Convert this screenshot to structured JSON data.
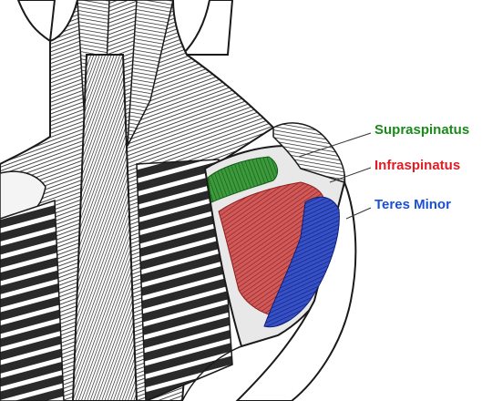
{
  "figure": {
    "labels": [
      {
        "id": "supraspinatus",
        "text": "Supraspinatus",
        "color": "#1a8a1a"
      },
      {
        "id": "infraspinatus",
        "text": "Infraspinatus",
        "color": "#e01b24"
      },
      {
        "id": "teres_minor",
        "text": "Teres Minor",
        "color": "#1c4fd8"
      }
    ],
    "illustration": {
      "subject": "posterior view of neck, back and right shoulder muscles (line engraving)",
      "line_color": "#1a1a1a",
      "paper_color": "#ffffff",
      "highlight_colors": {
        "supraspinatus": "#2e8b2e",
        "infraspinatus": "#c0392b",
        "teres_minor": "#1f3bb3"
      }
    }
  }
}
